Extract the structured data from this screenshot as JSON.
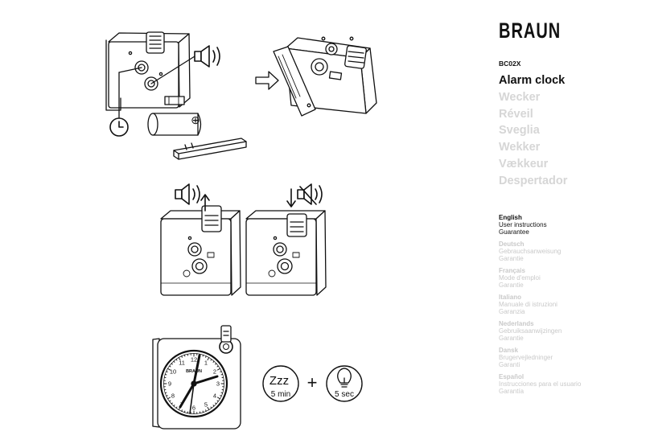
{
  "brand": "BRAUN",
  "model": "BC02X",
  "titles": [
    {
      "text": "Alarm clock",
      "active": true
    },
    {
      "text": "Wecker",
      "active": false
    },
    {
      "text": "Réveil",
      "active": false
    },
    {
      "text": "Sveglia",
      "active": false
    },
    {
      "text": "Wekker",
      "active": false
    },
    {
      "text": "Vækkeur",
      "active": false
    },
    {
      "text": "Despertador",
      "active": false
    }
  ],
  "languages": [
    {
      "name": "English",
      "lines": [
        "User instructions",
        "Guarantee"
      ],
      "active": true
    },
    {
      "name": "Deutsch",
      "lines": [
        "Gebrauchsanweisung",
        "Garantie"
      ],
      "active": false
    },
    {
      "name": "Français",
      "lines": [
        "Mode d'emploi",
        "Garantie"
      ],
      "active": false
    },
    {
      "name": "Italiano",
      "lines": [
        "Manuale di istruzioni",
        "Garanzia"
      ],
      "active": false
    },
    {
      "name": "Nederlands",
      "lines": [
        "Gebruiksaanwijzingen",
        "Garantie"
      ],
      "active": false
    },
    {
      "name": "Dansk",
      "lines": [
        "Brugervejledninger",
        "Garanti"
      ],
      "active": false
    },
    {
      "name": "Español",
      "lines": [
        "Instrucciones para el usuario",
        "Garantía"
      ],
      "active": false
    }
  ],
  "clock": {
    "logo": "BRAUN",
    "numerals": [
      "12",
      "1",
      "2",
      "3",
      "4",
      "5",
      "6",
      "7",
      "8",
      "9",
      "10",
      "11"
    ]
  },
  "snooze": {
    "label": "Zzz",
    "duration": "5 min"
  },
  "plus": "+",
  "light": {
    "duration": "5 sec"
  },
  "battery_symbol": "⊕",
  "icons": [
    "clock-icon",
    "speaker-icon",
    "speaker-mute-icon",
    "arrow-up-icon",
    "arrow-down-icon",
    "insert-arrow-icon",
    "lightbulb-icon",
    "battery-icon"
  ],
  "colors": {
    "ink": "#111111",
    "muted": "#d6d6d6",
    "muted_text": "#c9c9c9",
    "background": "#ffffff"
  }
}
